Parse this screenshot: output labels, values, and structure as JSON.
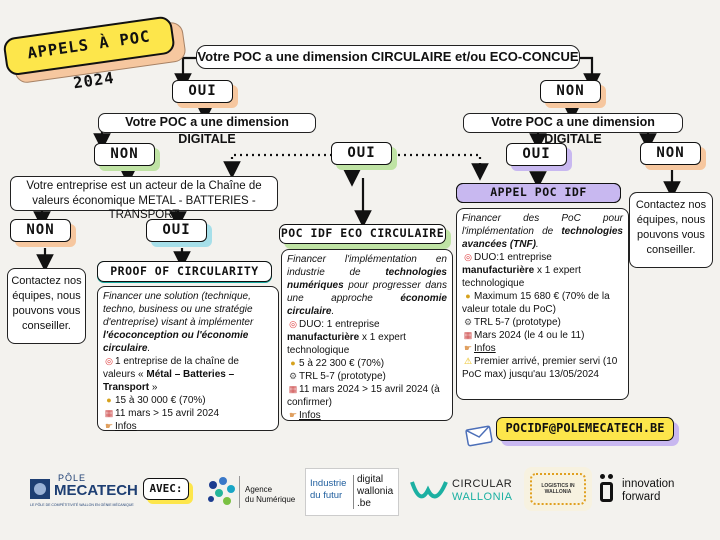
{
  "banner": "APPELS À POC 2024",
  "root_question": "Votre POC a une dimension CIRCULAIRE et/ou ECO-CONCUE",
  "left_branch": {
    "answer": "OUI",
    "question": "Votre POC a une dimension DIGITALE",
    "no_answer": "NON",
    "yes_answer": "OUI",
    "chain_question": "Votre entreprise est un acteur de la Chaîne de valeurs économique METAL - BATTERIES - TRANSPORT",
    "chain_no": "NON",
    "chain_yes": "OUI",
    "contact": "Contactez nos équipes, nous pouvons vous conseiller."
  },
  "right_branch": {
    "answer": "NON",
    "question": "Votre POC a une dimension DIGITALE",
    "yes_answer": "OUI",
    "no_answer": "NON",
    "contact": "Contactez nos équipes, nous pouvons vous conseiller."
  },
  "proof": {
    "title": "PROOF OF CIRCULARITY",
    "desc_a": "Financer une solution (technique, techno, business ou une stratégie d'entreprise) visant à implémenter ",
    "desc_b": "l'écoconception ou l'économie circulaire",
    "desc_c": ".",
    "eligible_a": "1 entreprise de la chaîne de valeurs « ",
    "eligible_b": "Métal – Batteries – Transport",
    "eligible_c": " »",
    "amount": "15 à 30 000 € (70%)",
    "dates": "11 mars > 15 avril 2024",
    "info": "Infos"
  },
  "eco": {
    "title": "POC IDF ECO CIRCULAIRE",
    "desc_a": "Financer l'implémentation en industrie de ",
    "desc_b": "technologies numériques",
    "desc_c": " pour progresser dans une approche ",
    "desc_d": "économie circulaire",
    "desc_e": ".",
    "duo_a": "DUO: 1 entreprise ",
    "duo_b": "manufacturière",
    "duo_c": " x 1 expert technologique",
    "amount": "5 à 22 300 € (70%)",
    "trl": "TRL 5-7 (prototype)",
    "dates": "11 mars 2024 > 15 avril 2024 (à confirmer)",
    "info": "Infos"
  },
  "idf": {
    "title": "APPEL POC IDF",
    "desc_a": "Financer des PoC pour l'implémentation de ",
    "desc_b": "technologies avancées (TNF)",
    "desc_c": ".",
    "duo_a": "DUO:1 entreprise ",
    "duo_b": "manufacturière",
    "duo_c": " x 1 expert technologique",
    "amount": "Maximum 15 680 € (70% de la valeur totale du PoC)",
    "trl": "TRL 5-7 (prototype)",
    "dates": "Mars 2024 (le 4 ou le 11)",
    "info": "Infos",
    "warning": "Premier arrivé, premier servi (10 PoC max) jusqu'au 13/05/2024"
  },
  "email": "POCIDF@POLEMECATECH.BE",
  "footer": {
    "pole_top": "PÔLE",
    "pole_name": "MECATECH",
    "pole_tag": "LE PÔLE DE COMPÉTITIVITÉ WALLON EN GÉNIE MÉCANIQUE",
    "avec": "AVEC:",
    "agence_a": "Agence",
    "agence_b": "du Numérique",
    "if_a": "Industrie",
    "if_b": "du futur",
    "dw_a": "digital",
    "dw_b": "wallonia",
    "dw_c": ".be",
    "cw_a": "CIRCULAR",
    "cw_b": "WALLONIA",
    "lw": "LOGISTICS IN WALLONIA",
    "inno_a": "innovation",
    "inno_b": "forward"
  },
  "colors": {
    "yellow": "#fde64b",
    "orange": "#f6c79f",
    "green": "#bfe3a4",
    "purple": "#c8b8f0",
    "cyan": "#a6dfe9",
    "teal": "#16a79e"
  }
}
